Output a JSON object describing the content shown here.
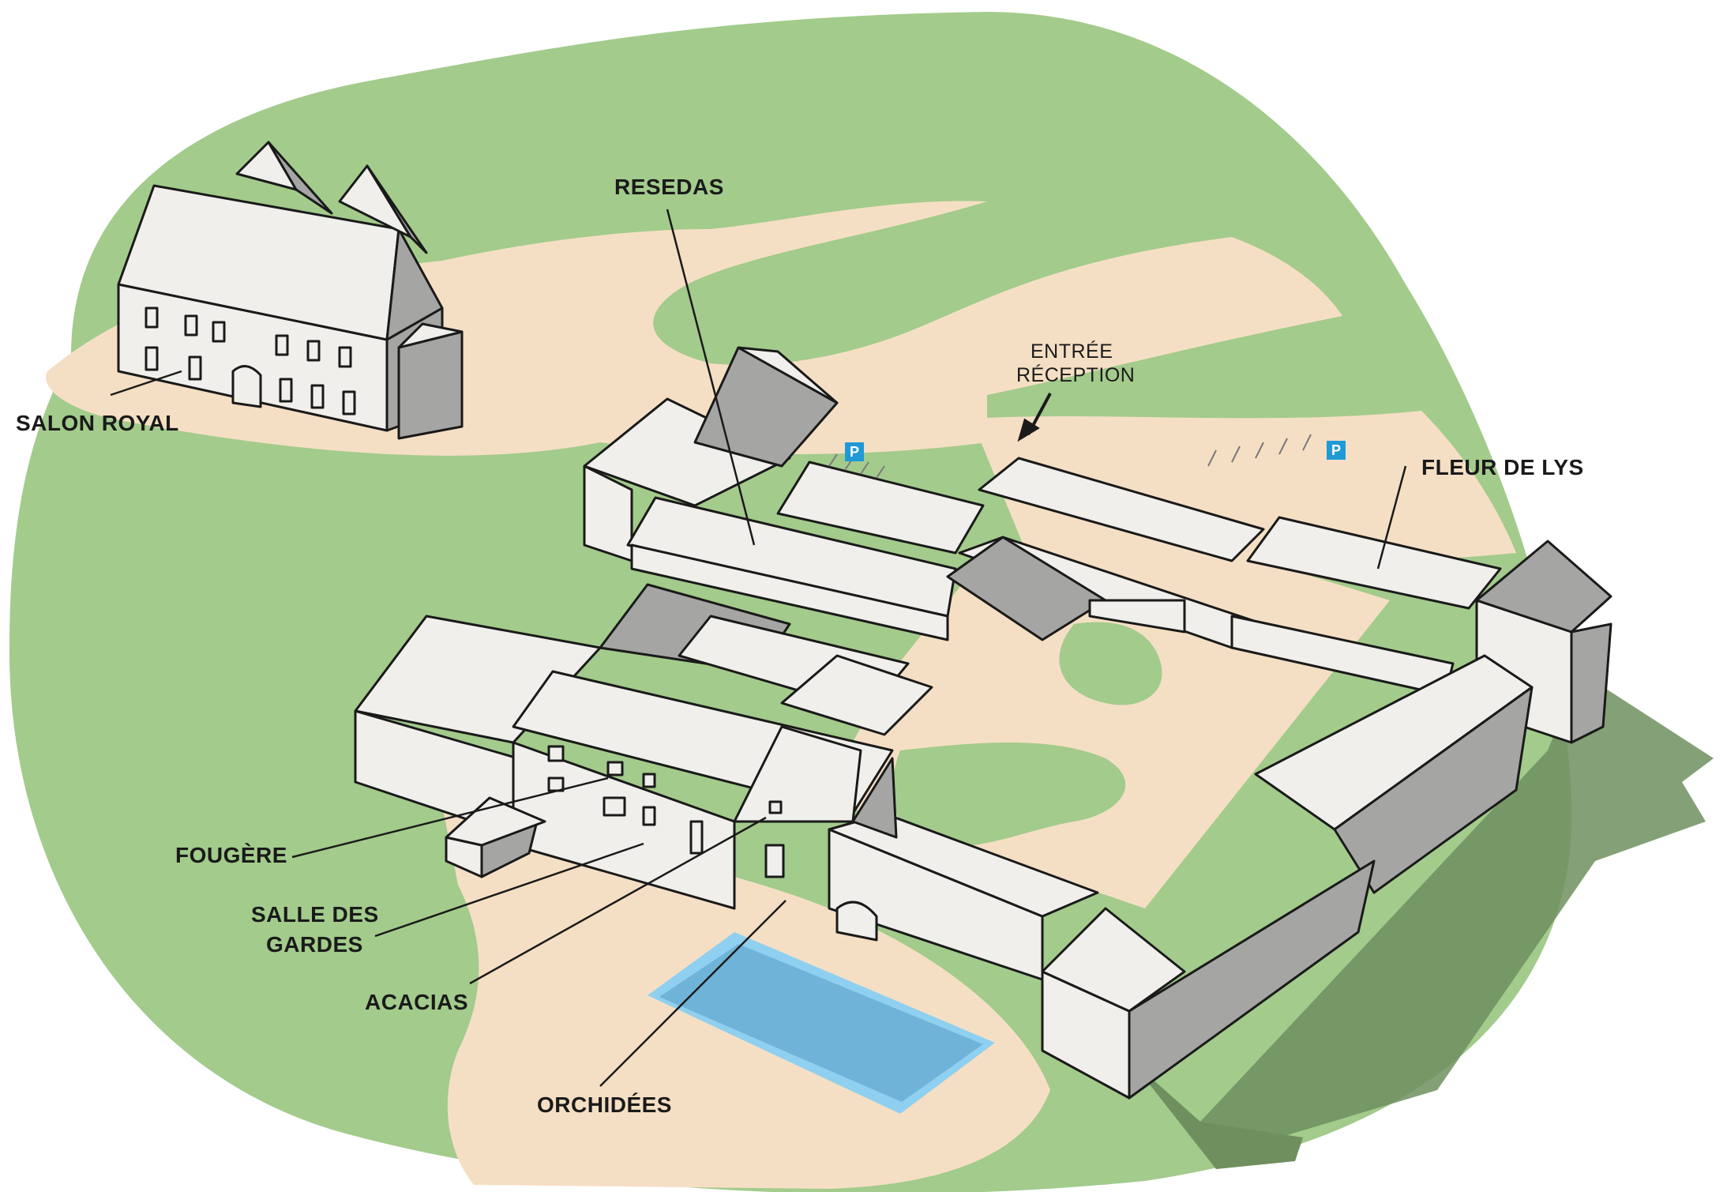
{
  "labels": {
    "salon_royal": "SALON ROYAL",
    "resedas": "RESEDAS",
    "entree": "ENTRÉE",
    "reception": "RÉCEPTION",
    "fleur_de_lys": "FLEUR DE LYS",
    "fougere": "FOUGÈRE",
    "salle_des_gardes_1": "SALLE DES",
    "salle_des_gardes_2": "GARDES",
    "acacias": "ACACIAS",
    "orchidees": "ORCHIDÉES"
  },
  "parking_symbol": "P",
  "colors": {
    "lawn": "#a3cb8c",
    "path": "#f5dfc4",
    "wall": "#f0efeb",
    "roof_dark": "#a5a5a3",
    "shadow": "#6f8f5f",
    "pool": "#6fb4d8",
    "pool_rim": "#8fd0f0",
    "parking": "#1f9ad6",
    "outline": "#1a1a1a"
  },
  "icons": [
    "parking-icon",
    "arrow-icon"
  ]
}
